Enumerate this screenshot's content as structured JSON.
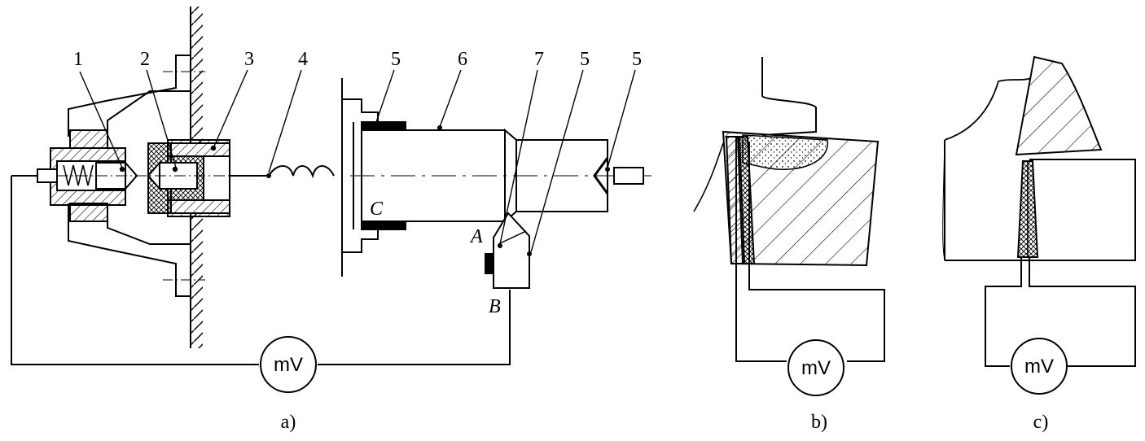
{
  "labels": {
    "part_1": "1",
    "part_2": "2",
    "part_3": "3",
    "part_4": "4",
    "part_5a": "5",
    "part_6": "6",
    "part_7": "7",
    "part_5b": "5",
    "part_5c": "5",
    "point_a": "A",
    "point_b": "B",
    "point_c": "C"
  },
  "meters": {
    "a": "mV",
    "b": "mV",
    "c": "mV"
  },
  "captions": {
    "a": "a)",
    "b": "b)",
    "c": "c)"
  }
}
